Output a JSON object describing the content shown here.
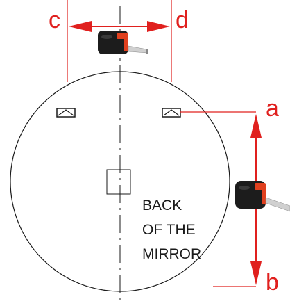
{
  "diagram": {
    "labels": {
      "c": "c",
      "d": "d",
      "a": "a",
      "b": "b"
    },
    "caption": {
      "line1": "BACK",
      "line2": "OF THE",
      "line3": "MIRROR"
    },
    "colors": {
      "dimension": "#e0201e",
      "outline": "#1a1a1a",
      "tape_body": "#1c1c1c",
      "tape_accent": "#e0401e",
      "tape_blade": "#d0d0d0"
    },
    "icons": {
      "tape_measure": "tape-measure-icon",
      "mirror_clip": "mirror-clip-icon"
    }
  }
}
